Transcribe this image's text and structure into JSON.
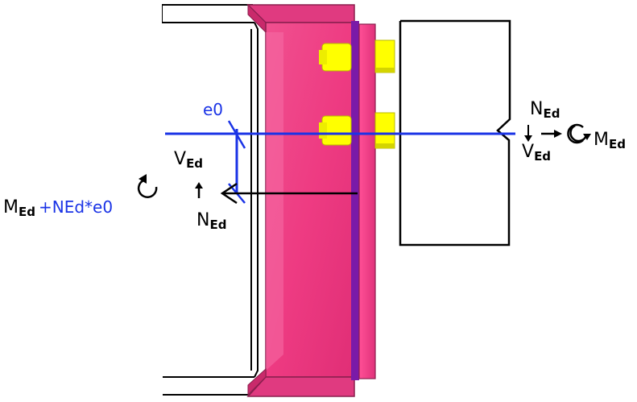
{
  "colors": {
    "beam": "#ee3b82",
    "beam_dark": "#c92a6b",
    "beam_edge": "#8a1f4e",
    "plate": "#e83e87",
    "plate_shadow": "#7a1aa8",
    "bolt": "#ffff00",
    "bolt_shadow": "#d4d400",
    "axis_blue": "#1a33e6",
    "outline": "#000000"
  },
  "labels": {
    "e0": "e0",
    "n_ed_right_main": "N",
    "n_ed_right_sub": "Ed",
    "v_ed_right_main": "V",
    "v_ed_right_sub": "Ed",
    "m_ed_right_main": "M",
    "m_ed_right_sub": "Ed",
    "v_ed_left_main": "V",
    "v_ed_left_sub": "Ed",
    "n_ed_left_main": "N",
    "n_ed_left_sub": "Ed",
    "m_ed_left_main": "M",
    "m_ed_left_sub": "Ed",
    "m_ed_left_extra": "+NEd*e0"
  },
  "icons": {
    "rotation_right": "clockwise-moment-icon",
    "rotation_left": "counterclockwise-moment-icon",
    "arrow_right": "arrow-right-icon",
    "arrow_down": "arrow-down-icon",
    "arrow_up": "arrow-up-icon"
  }
}
